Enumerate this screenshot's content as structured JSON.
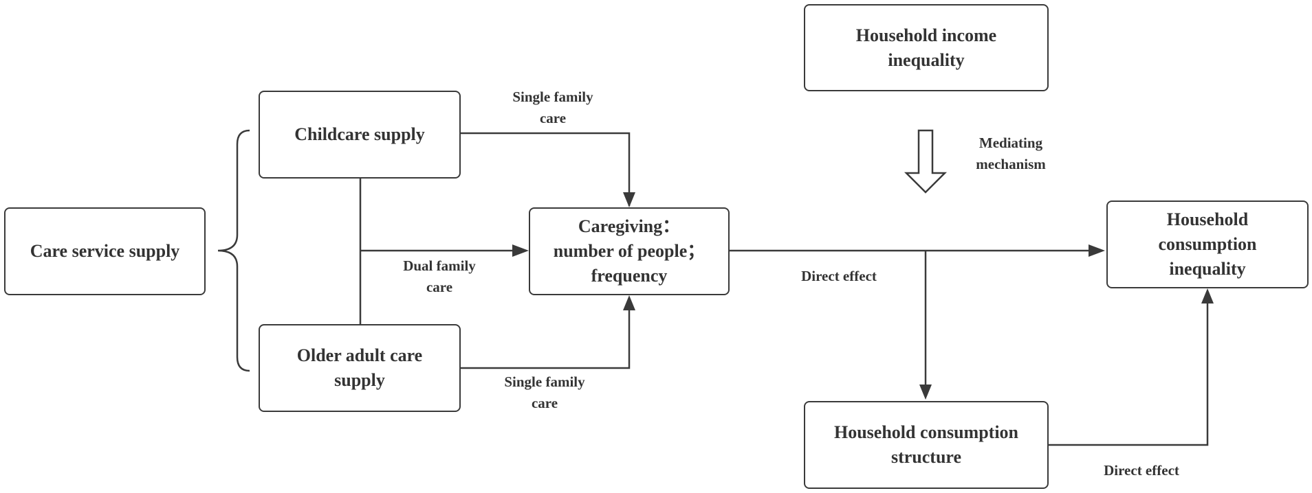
{
  "nodes": {
    "care_service_supply": "Care service supply",
    "childcare_supply": "Childcare supply",
    "older_adult_care_supply": [
      "Older adult care",
      "supply"
    ],
    "caregiving": [
      "Caregiving：",
      "number of people；",
      "frequency"
    ],
    "household_income_inequality": [
      "Household income",
      "inequality"
    ],
    "household_consumption_inequality": [
      "Household",
      "consumption",
      "inequality"
    ],
    "household_consumption_structure": [
      "Household consumption",
      "structure"
    ]
  },
  "edge_labels": {
    "single_family_care_top": [
      "Single family",
      "care"
    ],
    "dual_family_care": [
      "Dual family",
      "care"
    ],
    "single_family_care_bottom": [
      "Single family",
      "care"
    ],
    "mediating_mechanism": [
      "Mediating",
      "mechanism"
    ],
    "direct_effect_main": "Direct effect",
    "direct_effect_structure": "Direct effect"
  },
  "colors": {
    "stroke": "#3a3a3a",
    "text": "#333333",
    "background": "#ffffff"
  }
}
